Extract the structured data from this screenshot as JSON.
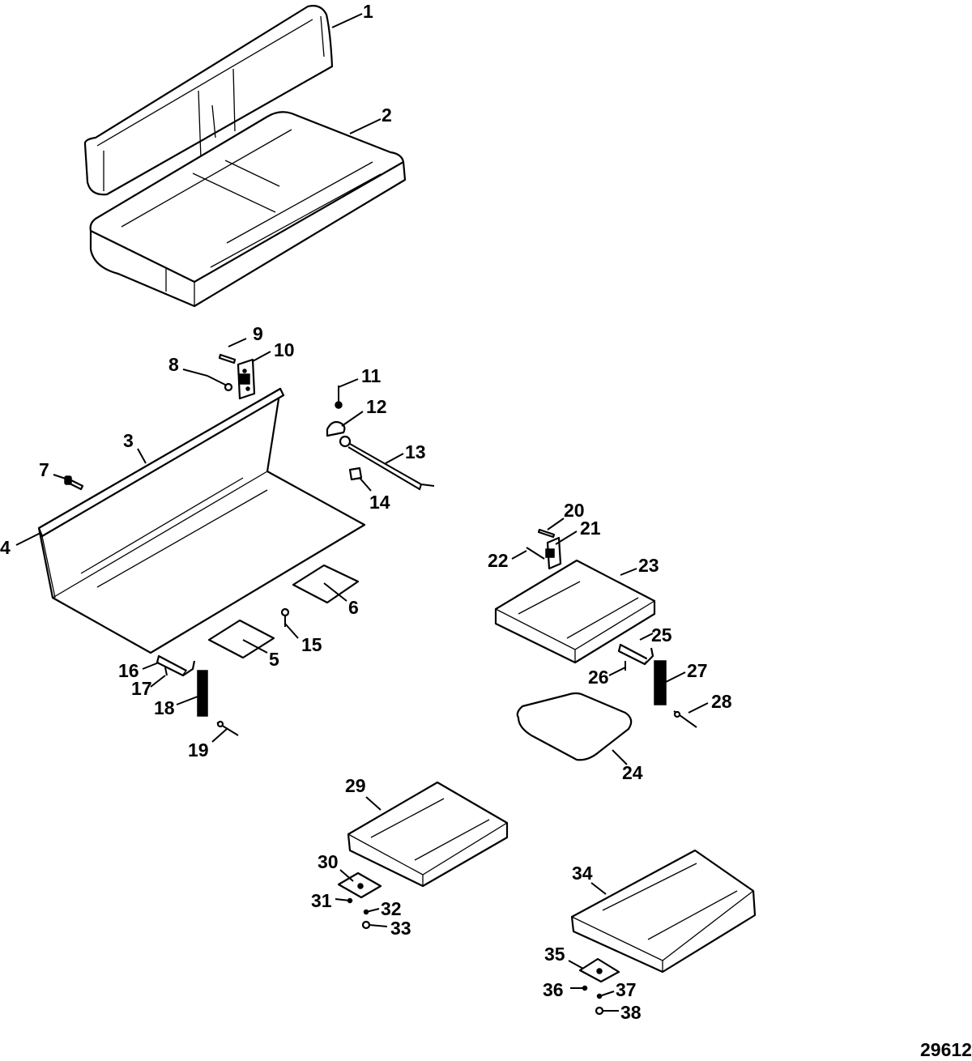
{
  "diagram": {
    "figure_code": "29612",
    "callouts": [
      "1",
      "2",
      "3",
      "4",
      "5",
      "6",
      "7",
      "8",
      "9",
      "10",
      "11",
      "12",
      "13",
      "14",
      "15",
      "16",
      "17",
      "18",
      "19",
      "20",
      "21",
      "22",
      "23",
      "24",
      "25",
      "26",
      "27",
      "28",
      "29",
      "30",
      "31",
      "32",
      "33",
      "34",
      "35",
      "36",
      "37",
      "38"
    ]
  }
}
